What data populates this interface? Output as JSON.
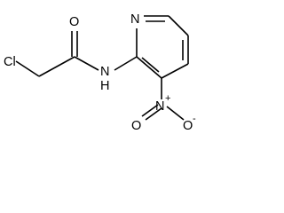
{
  "molecule": {
    "atoms": {
      "chlorine": "Cl",
      "carbonyl_oxygen": "O",
      "amide_nitrogen": "N",
      "amide_hydrogen": "H",
      "pyridine_nitrogen": "N",
      "nitro_nitrogen": "N",
      "nitro_plus": "+",
      "nitro_oxygen_top": "O",
      "nitro_oxygen_bottom": "O",
      "nitro_minus": "-"
    }
  }
}
